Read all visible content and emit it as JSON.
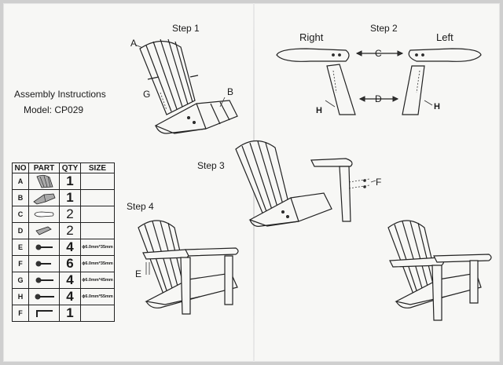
{
  "header": {
    "title": "Assembly Instructions",
    "model": "Model: CP029"
  },
  "steps": {
    "step1": "Step 1",
    "step2": "Step 2",
    "step3": "Step 3",
    "step4": "Step 4"
  },
  "labels": {
    "a": "A",
    "b": "B",
    "g": "G",
    "right": "Right",
    "left": "Left",
    "c": "C",
    "d": "D",
    "h_left": "H",
    "h_right": "H",
    "f": "F",
    "e": "E"
  },
  "table": {
    "headers": [
      "NO",
      "PART",
      "QTY",
      "SIZE"
    ],
    "rows": [
      {
        "no": "A",
        "icon": "back-seat-icon",
        "qty": "1",
        "size": ""
      },
      {
        "no": "B",
        "icon": "seat-icon",
        "qty": "1",
        "size": ""
      },
      {
        "no": "C",
        "icon": "armrest-icon",
        "qty": "2",
        "size": ""
      },
      {
        "no": "D",
        "icon": "leg-icon",
        "qty": "2",
        "size": ""
      },
      {
        "no": "E",
        "icon": "bolt-icon",
        "qty": "4",
        "size": "ϕ6.0mm*35mm"
      },
      {
        "no": "F",
        "icon": "bolt-icon",
        "qty": "6",
        "size": "ϕ6.0mm*35mm"
      },
      {
        "no": "G",
        "icon": "bolt-icon",
        "qty": "4",
        "size": "ϕ6.0mm*45mm"
      },
      {
        "no": "H",
        "icon": "bolt-icon",
        "qty": "4",
        "size": "ϕ6.0mm*55mm"
      },
      {
        "no": "F",
        "icon": "allen-key-icon",
        "qty": "1",
        "size": ""
      }
    ]
  }
}
